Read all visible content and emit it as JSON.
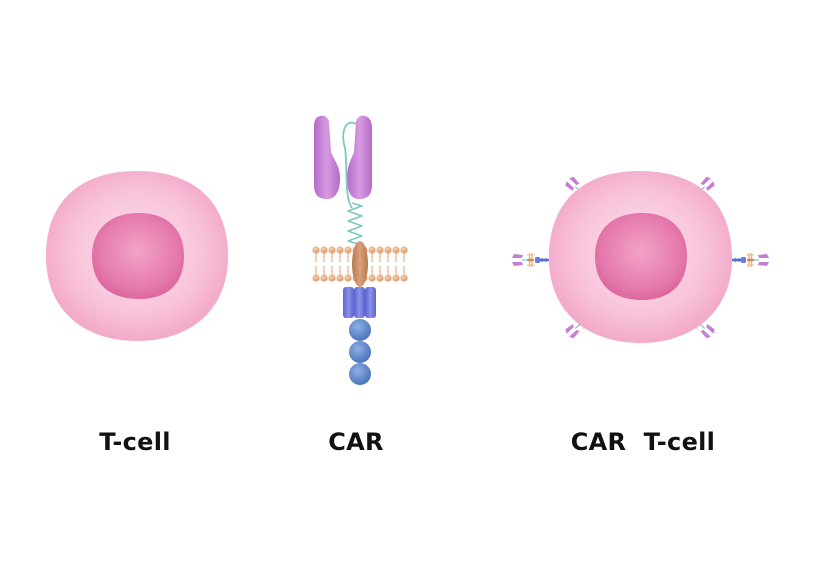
{
  "labels": {
    "tcell": "T-cell",
    "car": "CAR",
    "car_tcell": "CAR  T-cell"
  },
  "colors": {
    "cell_membrane": "#f6b6d0",
    "cell_nucleus": "#e473a8",
    "antibody_fragment": "#c47fd3",
    "linker": "#7ec8c2",
    "lipid_bilayer": "#e7b58d",
    "transmembrane": "#c9875b",
    "costim_domain": "#6f78dd",
    "signaling_domain": "#5d86c9"
  }
}
